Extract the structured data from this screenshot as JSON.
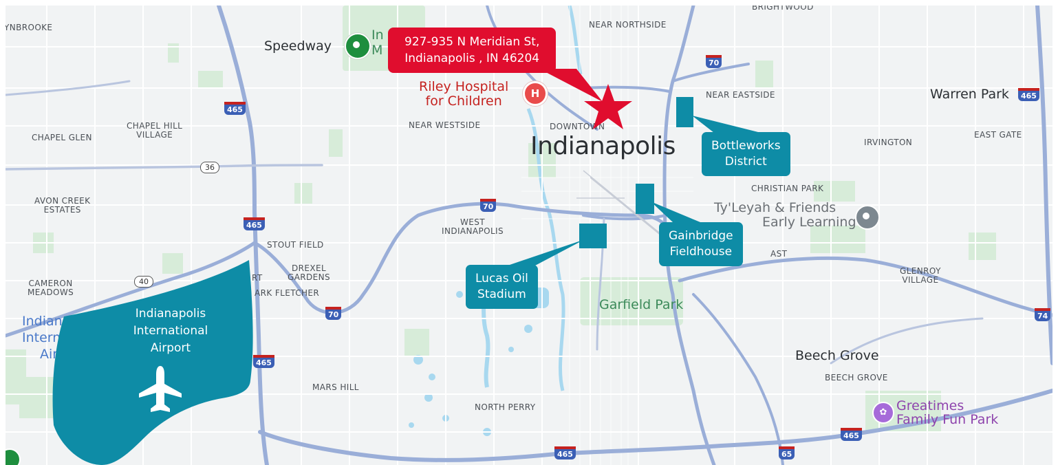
{
  "colors": {
    "teal": "#0e8ca6",
    "red": "#e00d2e",
    "highway": "#8fa3d4",
    "park": "#cfe8d2",
    "water": "#9cd3ec"
  },
  "map": {
    "city": "Indianapolis",
    "neighborhoods": {
      "brightwood": "BRIGHTWOOD",
      "lynbrooke": "YNBROOKE",
      "near_northside": "NEAR NORTHSIDE",
      "near_eastside": "NEAR EASTSIDE",
      "near_westside": "NEAR WESTSIDE",
      "downtown": "DOWNTOWN",
      "chapel_glen": "CHAPEL GLEN",
      "chapel_hill_1": "CHAPEL HILL",
      "chapel_hill_2": "VILLAGE",
      "irvington": "IRVINGTON",
      "east_gate": "EAST GATE",
      "christian_park": "CHRISTIAN PARK",
      "avon_creek_1": "AVON CREEK",
      "avon_creek_2": "ESTATES",
      "west_indy_1": "WEST",
      "west_indy_2": "INDIANAPOLIS",
      "stout_field": "STOUT FIELD",
      "drexel_1": "DREXEL",
      "drexel_2": "GARDENS",
      "fort": "RT",
      "park_fletcher": "ARK FLETCHER",
      "cameron_1": "CAMERON",
      "cameron_2": "MEADOWS",
      "east_frag": "AST",
      "glenroy_1": "GLENROY",
      "glenroy_2": "VILLAGE",
      "mars_hill": "MARS HILL",
      "north_perry": "NORTH PERRY",
      "beech_grove_caps": "BEECH GROVE"
    },
    "places": {
      "speedway": "Speedway",
      "museum_frag_1": "In",
      "museum_frag_2": "M",
      "riley_1": "Riley Hospital",
      "riley_2": "for Children",
      "warren_park": "Warren Park",
      "tyleyah_1": "Ty'Leyah & Friends",
      "tyleyah_2": "Early Learning",
      "garfield_park": "Garfield Park",
      "beech_grove": "Beech Grove",
      "greatimes_1": "Greatimes",
      "greatimes_2": "Family Fun Park",
      "airport_frag_1": "Indian",
      "airport_frag_2": "Intern",
      "airport_frag_3": "Air"
    },
    "shields": {
      "i70_n": "70",
      "i465_a": "465",
      "i465_b": "465",
      "i465_c": "465",
      "i465_d": "465",
      "i465_e": "465",
      "i465_f": "465",
      "i70_w": "70",
      "i70_s": "70",
      "i74": "74",
      "i65": "65",
      "us36": "36",
      "us40": "40"
    }
  },
  "overlays": {
    "address": {
      "line1": "927-935 N Meridian St,",
      "line2": "Indianapolis , IN 46204"
    },
    "bottleworks": {
      "line1": "Bottleworks",
      "line2": "District"
    },
    "gainbridge": {
      "line1": "Gainbridge",
      "line2": "Fieldhouse"
    },
    "lucas": {
      "line1": "Lucas Oil",
      "line2": "Stadium"
    },
    "airport": {
      "line1": "Indianapolis",
      "line2": "International",
      "line3": "Airport",
      "icon": "airplane-icon"
    }
  }
}
